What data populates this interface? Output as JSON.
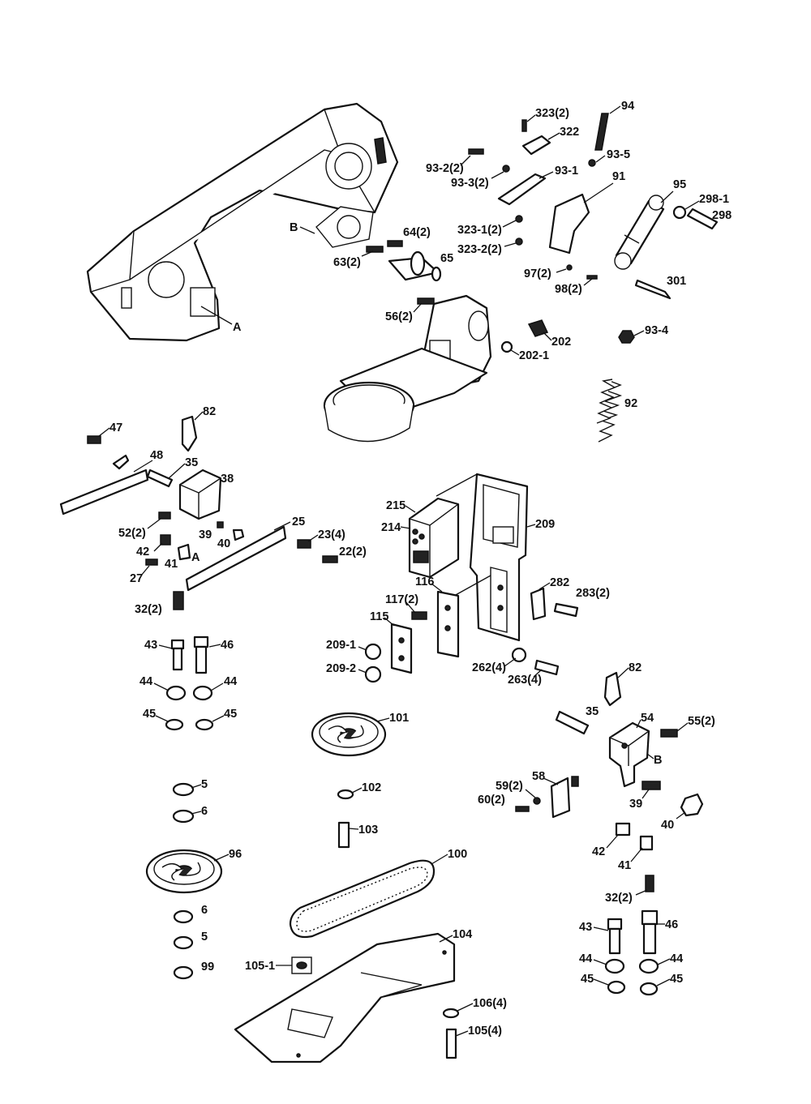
{
  "diagram": {
    "labels": {
      "A_top": "A",
      "B_top": "B",
      "323_2": "323(2)",
      "322": "322",
      "94": "94",
      "93_2_2": "93-2(2)",
      "93_3_2": "93-3(2)",
      "93_1": "93-1",
      "93_5": "93-5",
      "91": "91",
      "95": "95",
      "298_1": "298-1",
      "298": "298",
      "323_1_2": "323-1(2)",
      "323_2_2": "323-2(2)",
      "64_2": "64(2)",
      "63_2": "63(2)",
      "65": "65",
      "97_2": "97(2)",
      "98_2": "98(2)",
      "301": "301",
      "56_2": "56(2)",
      "202": "202",
      "202_1": "202-1",
      "93_4": "93-4",
      "92": "92",
      "47": "47",
      "82_left": "82",
      "48": "48",
      "35_left": "35",
      "38": "38",
      "25": "25",
      "52_2": "52(2)",
      "39_left": "39",
      "40_left": "40",
      "23_4": "23(4)",
      "42_left": "42",
      "41_left": "41",
      "A_mid": "A",
      "22_2": "22(2)",
      "27": "27",
      "32_2_left": "32(2)",
      "43_left": "43",
      "46_left": "46",
      "44_l1": "44",
      "44_l2": "44",
      "45_l1": "45",
      "45_l2": "45",
      "215": "215",
      "214": "214",
      "209": "209",
      "116": "116",
      "282": "282",
      "283_2": "283(2)",
      "117_2": "117(2)",
      "115": "115",
      "209_1": "209-1",
      "209_2": "209-2",
      "262_4": "262(4)",
      "263_4": "263(4)",
      "101": "101",
      "82_right": "82",
      "35_right": "35",
      "54": "54",
      "55_2": "55(2)",
      "B_right": "B",
      "5_top": "5",
      "6_top": "6",
      "102": "102",
      "59_2": "59(2)",
      "58": "58",
      "60_2": "60(2)",
      "39_right": "39",
      "40_right": "40",
      "103": "103",
      "96": "96",
      "100": "100",
      "42_right": "42",
      "41_right": "41",
      "32_2_right": "32(2)",
      "6_bot": "6",
      "5_bot": "5",
      "43_right": "43",
      "46_right": "46",
      "99": "99",
      "104": "104",
      "105_1": "105-1",
      "44_r1": "44",
      "44_r2": "44",
      "45_r1": "45",
      "45_r2": "45",
      "106_4": "106(4)",
      "105_4": "105(4)"
    }
  }
}
